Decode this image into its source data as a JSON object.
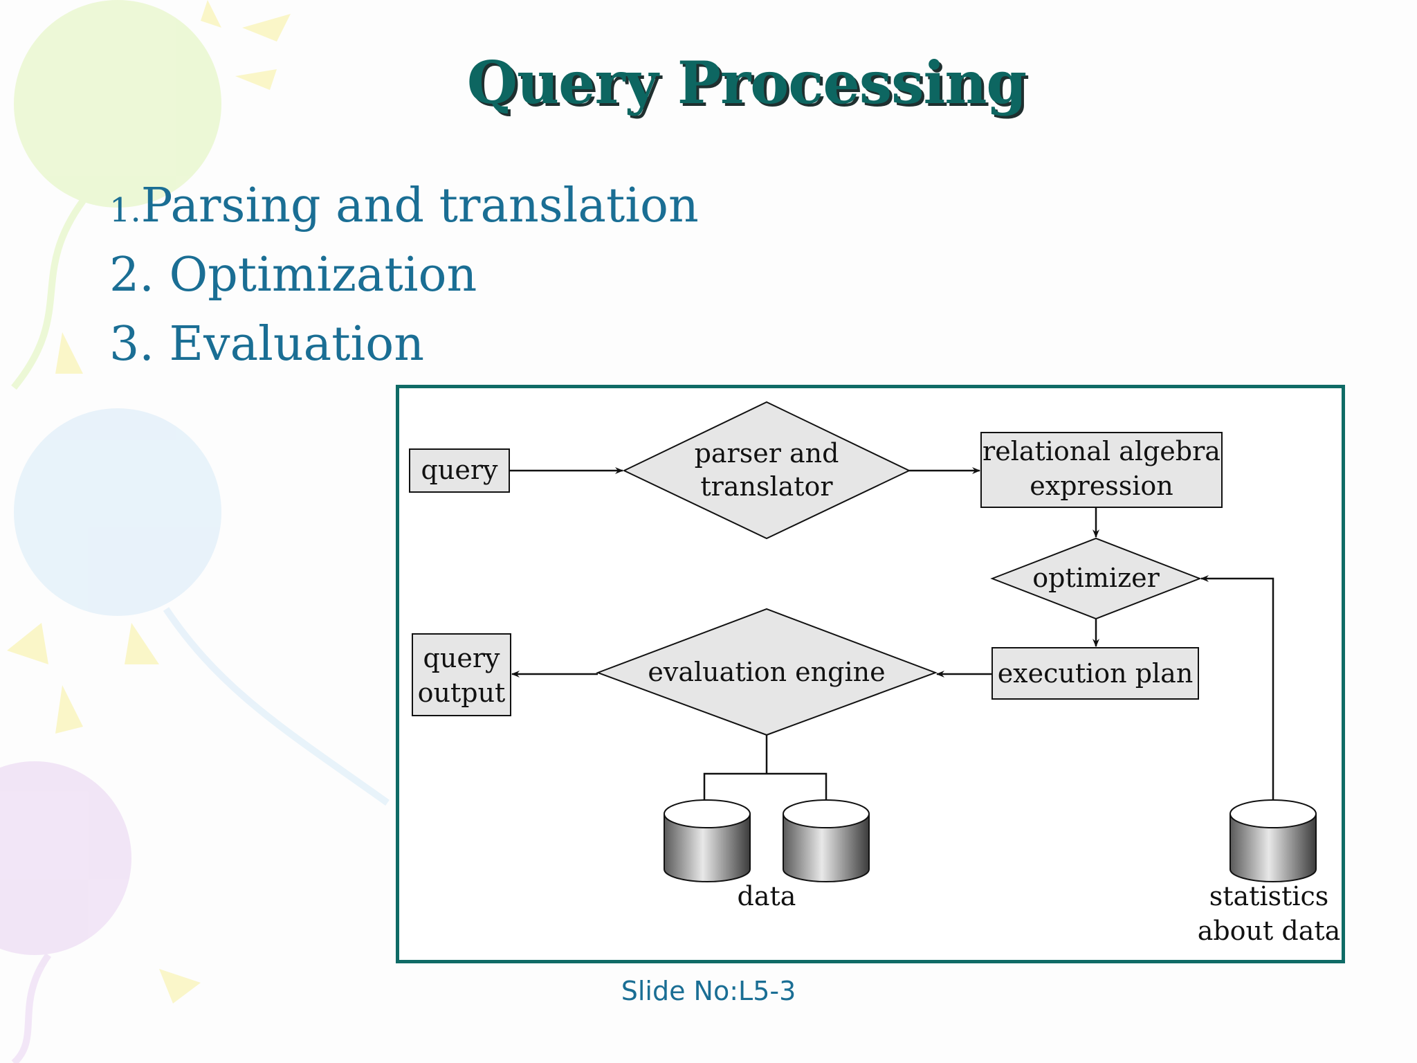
{
  "slide": {
    "title": "Query Processing",
    "steps": [
      {
        "num": "1.",
        "text": "Parsing and translation"
      },
      {
        "num": "2.",
        "text": "Optimization"
      },
      {
        "num": "3.",
        "text": "Evaluation"
      }
    ],
    "footer": "Slide No:L5-3"
  },
  "diagram": {
    "nodes": {
      "query": "query",
      "parser": [
        "parser and",
        "translator"
      ],
      "relational": [
        "relational algebra",
        "expression"
      ],
      "optimizer": "optimizer",
      "execution_plan": "execution plan",
      "evaluation_engine": "evaluation engine",
      "query_output": [
        "query",
        "output"
      ],
      "data": "data",
      "statistics": [
        "statistics",
        "about data"
      ]
    },
    "colors": {
      "frame": "#0f6b66",
      "shape_fill": "#e6e6e6",
      "title": "#0d6661",
      "text": "#1a6e94"
    }
  }
}
